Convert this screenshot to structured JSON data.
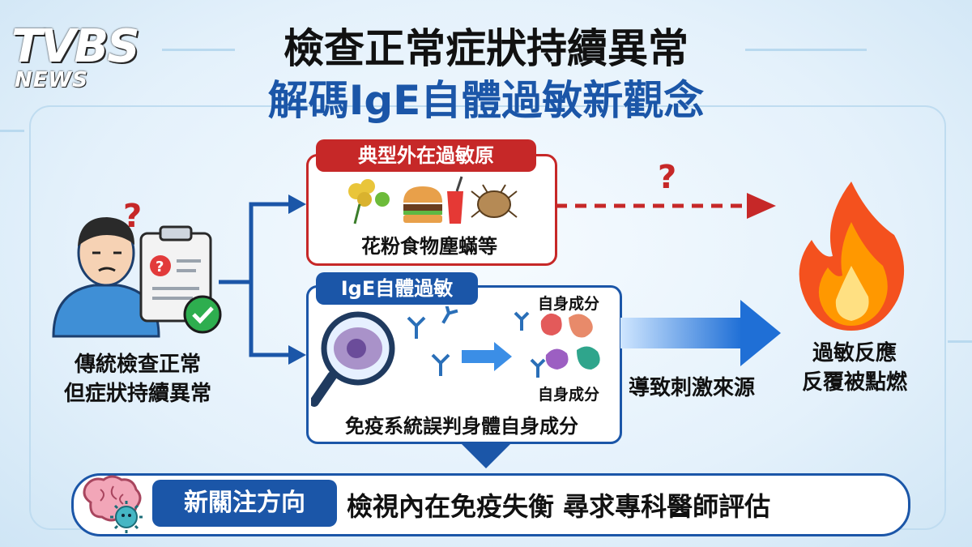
{
  "logo": {
    "brand": "TVBS",
    "sub": "NEWS"
  },
  "title": {
    "line1": "檢查正常症狀持續異常",
    "line2": "解碼IgE自體過敏新觀念"
  },
  "left_patient": {
    "line1": "傳統檢查正常",
    "line2": "但症狀持續異常"
  },
  "external_allergen": {
    "tag": "典型外在過敏原",
    "caption": "花粉食物塵蟎等",
    "question": "?"
  },
  "ige_autoallergy": {
    "tag": "IgE自體過敏",
    "self_label_top": "自身成分",
    "self_label_bottom": "自身成分",
    "caption": "免疫系統誤判身體自身成分"
  },
  "cause_label": "導致刺激來源",
  "result": {
    "line1": "過敏反應",
    "line2": "反覆被點燃"
  },
  "footer": {
    "tag": "新關注方向",
    "message": "檢視內在免疫失衡 尋求專科醫師評估"
  },
  "colors": {
    "red": "#c62828",
    "blue": "#1b56a8",
    "navy": "#123f86",
    "accent_flame": "#f57c00"
  }
}
